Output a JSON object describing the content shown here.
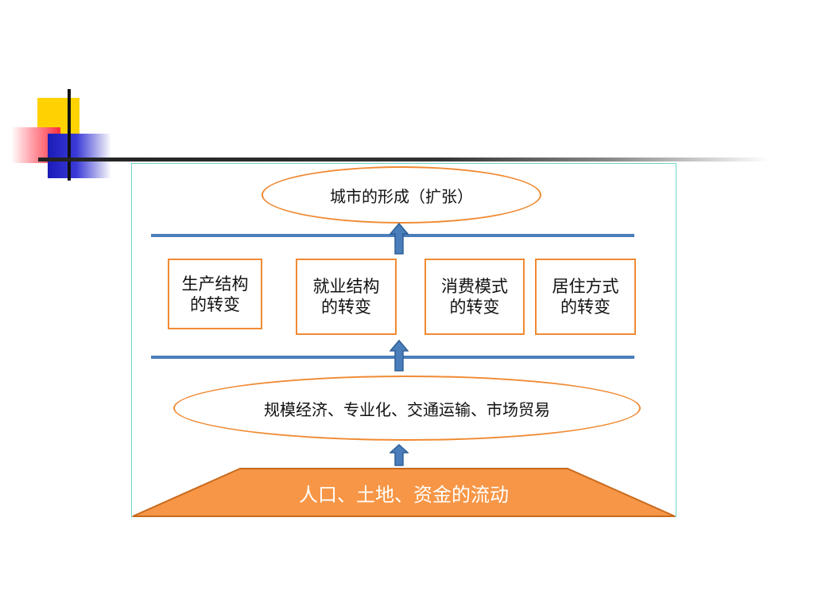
{
  "top_ellipse": {
    "label": "城市的形成（扩张）"
  },
  "middle_boxes": [
    {
      "line1": "生产结构",
      "line2": "的转变"
    },
    {
      "line1": "就业结构",
      "line2": "的转变"
    },
    {
      "line1": "消费模式",
      "line2": "的转变"
    },
    {
      "line1": "居住方式",
      "line2": "的转变"
    }
  ],
  "mid_ellipse": {
    "label": "规模经济、专业化、交通运输、市场贸易"
  },
  "base": {
    "label": "人口、土地、资金的流动"
  },
  "colors": {
    "orange_border": "#f08a33",
    "orange_fill": "#f79646",
    "blue": "#4a7ebb",
    "frame": "#6dd7c6"
  }
}
